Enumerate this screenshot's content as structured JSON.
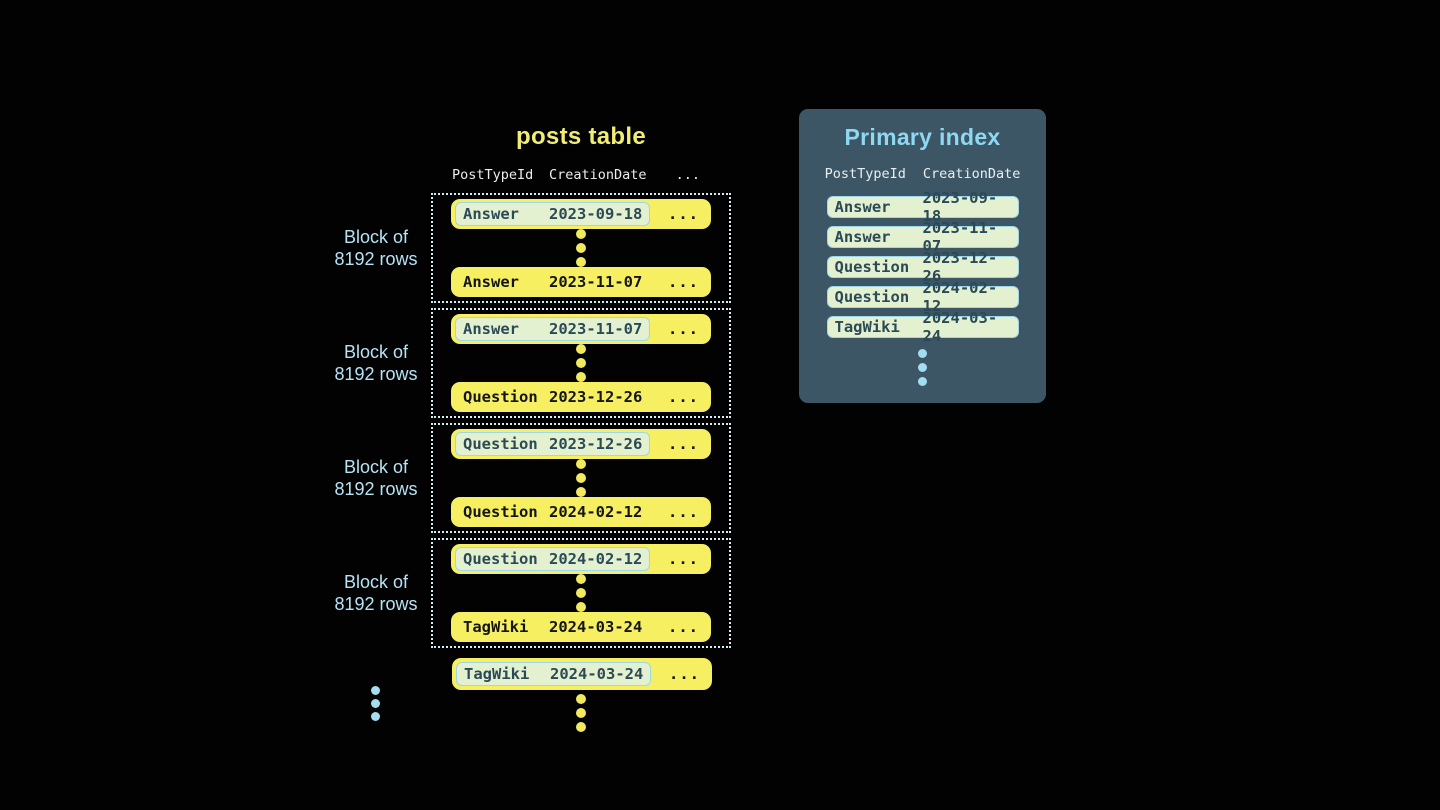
{
  "posts_table": {
    "title": "posts table",
    "columns": [
      "PostTypeId",
      "CreationDate",
      "..."
    ],
    "block_label": {
      "line1": "Block of",
      "line2": "8192 rows"
    },
    "row_more": "...",
    "blocks": [
      {
        "first": {
          "type": "Answer",
          "date": "2023-09-18"
        },
        "last": {
          "type": "Answer",
          "date": "2023-11-07"
        }
      },
      {
        "first": {
          "type": "Answer",
          "date": "2023-11-07"
        },
        "last": {
          "type": "Question",
          "date": "2023-12-26"
        }
      },
      {
        "first": {
          "type": "Question",
          "date": "2023-12-26"
        },
        "last": {
          "type": "Question",
          "date": "2024-02-12"
        }
      },
      {
        "first": {
          "type": "Question",
          "date": "2024-02-12"
        },
        "last": {
          "type": "TagWiki",
          "date": "2024-03-24"
        }
      }
    ],
    "tail_row": {
      "type": "TagWiki",
      "date": "2024-03-24"
    }
  },
  "primary_index": {
    "title": "Primary index",
    "columns": [
      "PostTypeId",
      "CreationDate"
    ],
    "rows": [
      {
        "type": "Answer",
        "date": "2023-09-18"
      },
      {
        "type": "Answer",
        "date": "2023-11-07"
      },
      {
        "type": "Question",
        "date": "2023-12-26"
      },
      {
        "type": "Question",
        "date": "2024-02-12"
      },
      {
        "type": "TagWiki",
        "date": "2024-03-24"
      }
    ]
  },
  "colors": {
    "background": "#020202",
    "row_yellow": "#f6ef62",
    "title_yellow": "#f0ed72",
    "highlight_fill": "#e4f1d0",
    "highlight_border": "#9ed7e8",
    "highlight_text": "#2b4a57",
    "row_text": "#141414",
    "block_dotted_border": "#d6edf5",
    "block_label_blue": "#b5e3f5",
    "panel_background": "#3d5665",
    "panel_title_blue": "#8ed8f2",
    "column_header_text": "#e9eeee",
    "dot_yellow": "#f2ea5e",
    "dot_blue": "#a4dcf0"
  }
}
